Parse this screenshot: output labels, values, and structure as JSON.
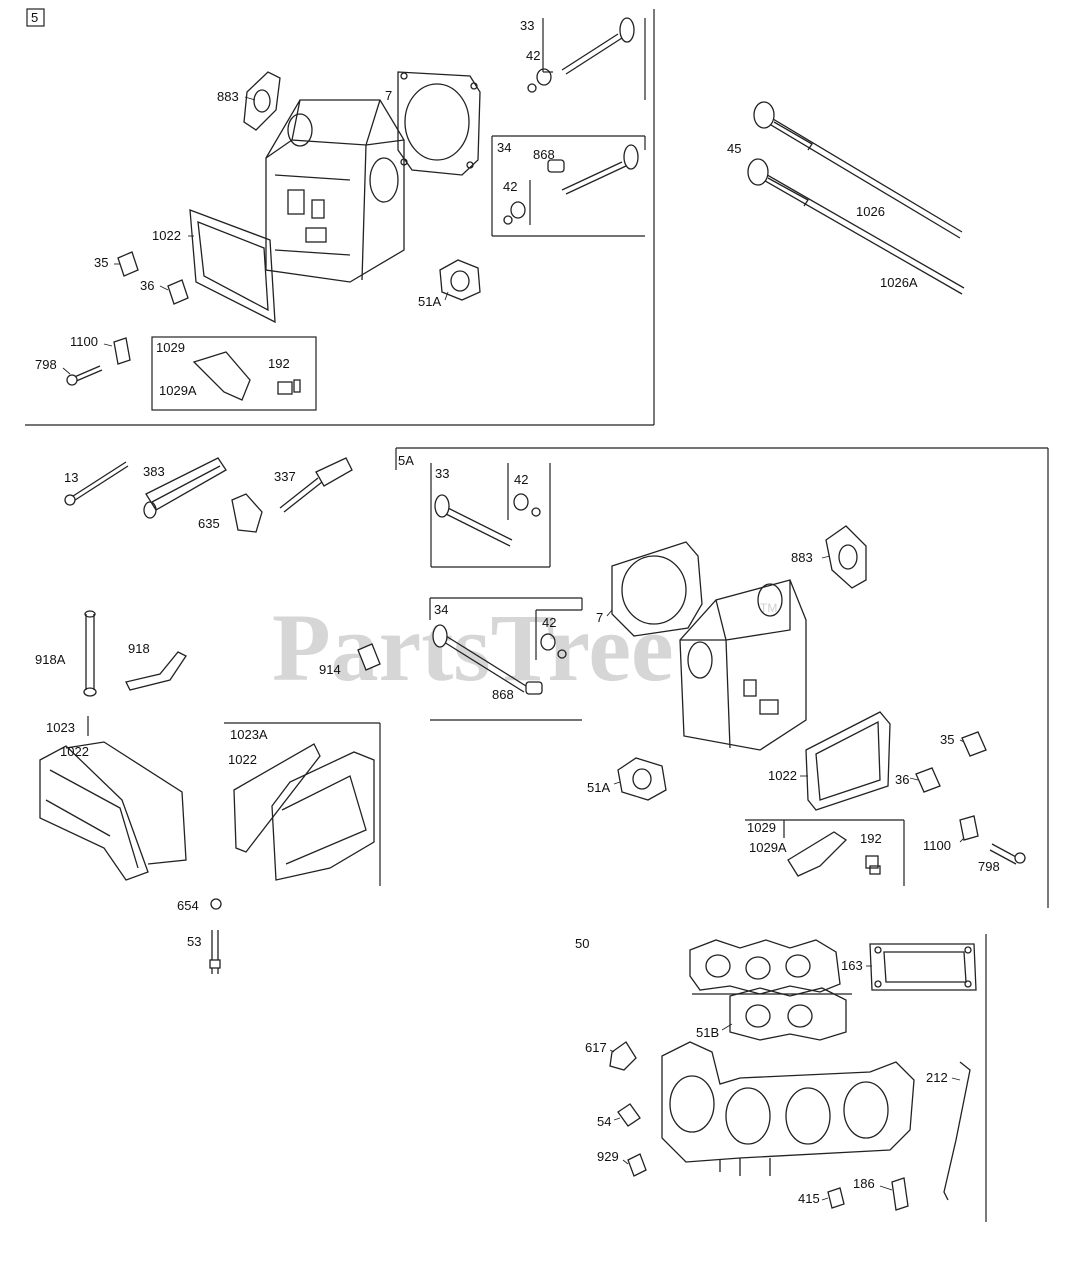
{
  "watermark": {
    "text": "PartsTree",
    "tm": "TM"
  },
  "sections": {
    "s5": "5",
    "s5a": "5A",
    "s50": "50"
  },
  "parts": {
    "p5_883": "883",
    "p5_7": "7",
    "p5_33": "33",
    "p5_42a": "42",
    "p5_34": "34",
    "p5_868": "868",
    "p5_42b": "42",
    "p5_1022": "1022",
    "p5_35": "35",
    "p5_36": "36",
    "p5_51a": "51A",
    "p5_1100": "1100",
    "p5_798": "798",
    "p5_1029": "1029",
    "p5_1029a": "1029A",
    "p5_192": "192",
    "p_45": "45",
    "p_1026": "1026",
    "p_1026a": "1026A",
    "p_13": "13",
    "p_383": "383",
    "p_337": "337",
    "p_635": "635",
    "p_918a": "918A",
    "p_918": "918",
    "p_914": "914",
    "p_1023": "1023",
    "p_1022a": "1022",
    "p_1023a": "1023A",
    "p_1022b": "1022",
    "p_654": "654",
    "p_53": "53",
    "p5a_33": "33",
    "p5a_42a": "42",
    "p5a_34": "34",
    "p5a_42b": "42",
    "p5a_868": "868",
    "p5a_7": "7",
    "p5a_883": "883",
    "p5a_35": "35",
    "p5a_36": "36",
    "p5a_1022": "1022",
    "p5a_51a": "51A",
    "p5a_1029": "1029",
    "p5a_1029a": "1029A",
    "p5a_192": "192",
    "p5a_1100": "1100",
    "p5a_798": "798",
    "p50_163": "163",
    "p50_51b": "51B",
    "p50_617": "617",
    "p50_54": "54",
    "p50_929": "929",
    "p50_212": "212",
    "p50_186": "186",
    "p50_415": "415"
  }
}
